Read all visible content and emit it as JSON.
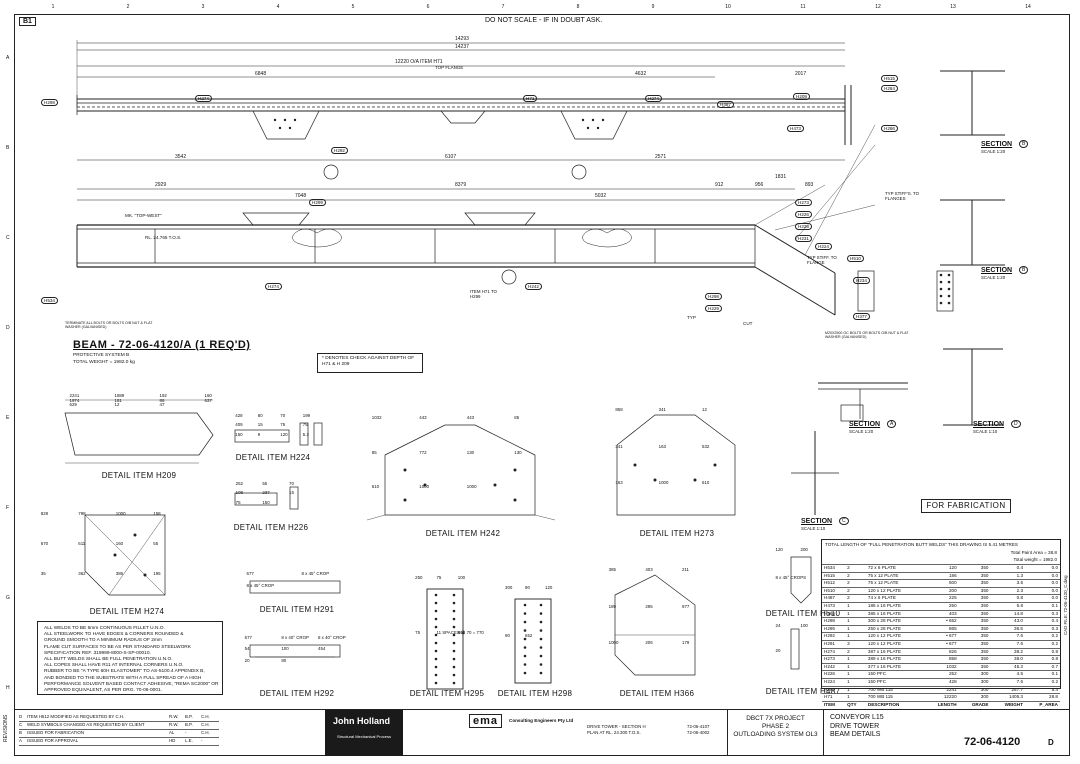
{
  "sheet": {
    "id": "B1",
    "scale_warning": "DO NOT SCALE - IF IN DOUBT ASK.",
    "columns": [
      "1",
      "2",
      "3",
      "4",
      "5",
      "6",
      "7",
      "8",
      "9",
      "10",
      "11",
      "12",
      "13",
      "14"
    ],
    "rows": [
      "A",
      "B",
      "C",
      "D",
      "E",
      "F",
      "G",
      "H"
    ]
  },
  "beam": {
    "title": "BEAM - 72-06-4120/A (1 REQ'D)",
    "protective": "PROTECTIVE SYSTEM B",
    "weight": "TOTAL WEIGHT = 1982.0 kg",
    "dims": {
      "overall": "14293",
      "overall2": "14237",
      "top_flange": "12220 O/A ITEM H71",
      "top_flange_lbl": "TOP FLANGE",
      "d1": "6848",
      "d2": "4632",
      "d3": "2017",
      "d4": "3542",
      "d5": "6107",
      "d6": "2571",
      "d7": "2929",
      "d8": "8379",
      "d9": "7048",
      "d10": "5032",
      "d11": "912",
      "d12": "956",
      "d13": "893",
      "d14": "1831"
    },
    "marks": {
      "mk": "MK. \"TOP-WEST\"",
      "rl": "RL. 24.765 T.O.S.",
      "item": "ITEM H71 TO H299",
      "typ_stiff": "TYP STIFF'S. TO FLANGES",
      "typ_stiff2": "TYP STIFF. TO FLANGE",
      "typ": "TYP",
      "cut": "CUT",
      "note_left": "TERMINATE ALL BOLTS OR BOLTS O/B NUT & FLAT WASHER (GALVANISED)",
      "note_right": "M20X2500 GC BOLTS OR BOLTS O/B NUT & FLAT WASHER (GALVANISED)"
    },
    "callouts": [
      "H298",
      "H274",
      "H292",
      "H71",
      "H274",
      "H487",
      "H209",
      "H515",
      "H284",
      "H473",
      "H286",
      "H534",
      "H299",
      "H274",
      "H242",
      "H273",
      "H226",
      "H228",
      "H231",
      "H510",
      "H234",
      "H377",
      "H298",
      "H229",
      "H224"
    ]
  },
  "check_note": "* DENOTES CHECK AGAINST DEPTH OF H71 & H 209",
  "sections": [
    {
      "title": "SECTION",
      "letter": "B",
      "scale": "SCALE 1:20"
    },
    {
      "title": "SECTION",
      "letter": "B",
      "scale": "SCALE 1:20"
    },
    {
      "title": "SECTION",
      "letter": "A",
      "scale": "SCALE 1:20"
    },
    {
      "title": "SECTION",
      "letter": "D",
      "scale": "SCALE 1:10"
    },
    {
      "title": "SECTION",
      "letter": "C",
      "scale": "SCALE 1:10"
    }
  ],
  "details": {
    "h209": {
      "title": "DETAIL ITEM H209",
      "dims": [
        "2241",
        "1889",
        "192",
        "160",
        "1974",
        "181",
        "86",
        "637",
        "629",
        "12",
        "47"
      ]
    },
    "h224": {
      "title": "DETAIL ITEM H224",
      "dims": [
        "428",
        "80",
        "70",
        "199",
        "409",
        "15",
        "75",
        "75",
        "150",
        "9",
        "120",
        "5.3"
      ]
    },
    "h226": {
      "title": "DETAIL ITEM H226",
      "dims": [
        "252",
        "55",
        "70",
        "108",
        "237",
        "15",
        "75",
        "150"
      ]
    },
    "h242": {
      "title": "DETAIL ITEM H242",
      "dims": [
        "1032",
        "443",
        "443",
        "85",
        "85",
        "772",
        "130",
        "130",
        "610",
        "1000",
        "1000"
      ]
    },
    "h273": {
      "title": "DETAIL ITEM H273",
      "dims": [
        "858",
        "341",
        "12",
        "341",
        "163",
        "532",
        "163",
        "1000",
        "610"
      ]
    },
    "h274": {
      "title": "DETAIL ITEM H274",
      "dims": [
        "828",
        "798",
        "1000",
        "158",
        "670",
        "611",
        "160",
        "55",
        "35",
        "362",
        "386",
        "195"
      ]
    },
    "h291": {
      "title": "DETAIL ITEM H291",
      "dims": [
        "677",
        "8 x 45° CROP",
        "8 x 45° CROP"
      ]
    },
    "h292": {
      "title": "DETAIL ITEM H292",
      "dims": [
        "677",
        "8 x 40° CROP",
        "8 x 40° CROP",
        "54",
        "100",
        "454",
        "20",
        "80"
      ]
    },
    "h295": {
      "title": "DETAIL ITEM H295",
      "dims": [
        "250",
        "75",
        "100",
        "75",
        "11 SPACES @ 70 = 770",
        "865"
      ]
    },
    "h298": {
      "title": "DETAIL ITEM H298",
      "dims": [
        "300",
        "90",
        "120",
        "90",
        "652"
      ]
    },
    "h366": {
      "title": "DETAIL ITEM H366",
      "dims": [
        "385",
        "403",
        "211",
        "189",
        "295",
        "977",
        "1000",
        "206",
        "179"
      ]
    },
    "h510": {
      "title": "DETAIL ITEM H510",
      "dims": [
        "120",
        "200",
        "8 x 45° CROPS"
      ]
    },
    "h487": {
      "title": "DETAIL ITEM H487",
      "dims": [
        "24",
        "100",
        "20"
      ]
    }
  },
  "fabrication": "FOR FABRICATION",
  "material": {
    "header": "TOTAL LENGTH OF \"FULL PENETRATION BUTT WELDS\" THIS DRAWING IS 5.41 METRES",
    "paint_area": "Total Paint Area = 38.8",
    "total_weight": "Total weight = 1982.0",
    "columns": [
      "ITEM",
      "QTY",
      "DESCRIPTION",
      "LENGTH",
      "GRADE",
      "WEIGHT",
      "P_AREA"
    ],
    "rows": [
      [
        "H534",
        "2",
        "72 x 6 PLATE",
        "120",
        "350",
        "0.4",
        "0.0"
      ],
      [
        "H515",
        "2",
        "75 x 12 PLATE",
        "186",
        "350",
        "1.3",
        "0.0"
      ],
      [
        "H512",
        "2",
        "75 x 12 PLATE",
        "500",
        "350",
        "3.5",
        "0.0"
      ],
      [
        "H510",
        "2",
        "120 x 12 PLATE",
        "200",
        "350",
        "2.3",
        "0.0"
      ],
      [
        "H487",
        "2",
        "74 x 6 PLATE",
        "225",
        "350",
        "0.8",
        "0.0"
      ],
      [
        "H473",
        "1",
        "186 x 16 PLATE",
        "250",
        "350",
        "5.8",
        "0.1"
      ],
      [
        "H366",
        "1",
        "385 x 16 PLATE",
        "403",
        "350",
        "14.8",
        "0.3"
      ],
      [
        "H298",
        "1",
        "300 x 28 PLATE",
        "• 652",
        "350",
        "43.0",
        "0.4"
      ],
      [
        "H295",
        "1",
        "250 x 28 PLATE",
        "865",
        "350",
        "36.5",
        "0.3"
      ],
      [
        "H292",
        "1",
        "120 x 12 PLATE",
        "• 677",
        "350",
        "7.6",
        "0.2"
      ],
      [
        "H291",
        "3",
        "120 x 12 PLATE",
        "• 677",
        "350",
        "7.6",
        "0.2"
      ],
      [
        "H274",
        "2",
        "387 x 16 PLATE",
        "826",
        "350",
        "38.2",
        "0.8"
      ],
      [
        "H273",
        "1",
        "389 x 16 PLATE",
        "858",
        "350",
        "38.0",
        "0.8"
      ],
      [
        "H242",
        "1",
        "377 x 16 PLATE",
        "1032",
        "350",
        "45.3",
        "0.7"
      ],
      [
        "H226",
        "1",
        "150 PFC",
        "252",
        "300",
        "4.5",
        "0.1"
      ],
      [
        "H224",
        "1",
        "150 PFC",
        "428",
        "300",
        "7.6",
        "0.2"
      ],
      [
        "H209",
        "1",
        "700 WB 115",
        "2241",
        "300",
        "257.7",
        "5.4"
      ],
      [
        "H71",
        "1",
        "700 WB 115",
        "12220",
        "300",
        "1405.3",
        "28.8"
      ]
    ]
  },
  "notes": [
    "ALL WELDS TO BE 6mm CONTINUOUS FILLET U.N.O.",
    "ALL STEELWORK TO HAVE EDGES & CORNERS ROUNDED &",
    "GROUND SMOOTH TO A MINIMUM RADIUS OF 2mm",
    "FLAME CUT SURFACES TO BE AS PER STANDARD STEELWORK",
    "SPECIFICATION REF. 319999-8000-S-SP-00010.",
    "ALL BUTT WELDS SHALL BE FULL PENETRATION U.N.O.",
    "ALL COPES SHALL HAVE R11 AT INTERNAL CORNERS U.N.O.",
    "RUBBER TO BE \"A TYPE 60H ELASTOMER\" TO AS-5100.4 APPENDIX B,",
    "AND BONDED TO THE SUBSTRATE WITH A FULL SPREAD OF A HIGH",
    "PERFORMANCE SOLVENT BASED CONTACT ADHESIVE, \"REMA SC2000\" OR",
    "APPROVED EQUIVALENT, AS PER DRG. 70-06-0001."
  ],
  "revisions": {
    "label": "REVISIONS",
    "rows": [
      [
        "D",
        "ITEM H512 MODIFIED AS REQUESTED BY C.H.",
        "R.W.",
        "B.P.",
        "C.H."
      ],
      [
        "C",
        "WELD SYMBOLS CHANGED AS REQUESTED BY CLIENT",
        "R.W.",
        "B.P.",
        "C.H."
      ],
      [
        "B",
        "ISSUED FOR FABRICATION",
        "AL",
        "-",
        "C.H."
      ],
      [
        "A",
        "ISSUED FOR APPROVAL",
        "HD",
        "L.E.",
        "-"
      ]
    ]
  },
  "title_block": {
    "contractor": "John Holland",
    "contractor_sub": "Structural Mechanical Process",
    "consultant": "ema",
    "consultant_name": "Consulting Engineers Pty Ltd",
    "ref1": "DRIVE TOWER - SECTION H",
    "ref1_no": "72-06-4107",
    "ref2": "PLAN AT RL. 24.300 T.O.S.",
    "ref2_no": "72-06-4002",
    "project": [
      "DBCT 7X PROJECT",
      "PHASE 2",
      "OUTLOADING SYSTEM OL3"
    ],
    "title": [
      "CONVEYOR L15",
      "DRIVE TOWER",
      "BEAM DETAILS"
    ],
    "drawing_no": "72-06-4120",
    "revision": "D"
  },
  "side_text": "CAD FILE: 72-06-4120_C.dwg",
  "rev_side": "REV"
}
